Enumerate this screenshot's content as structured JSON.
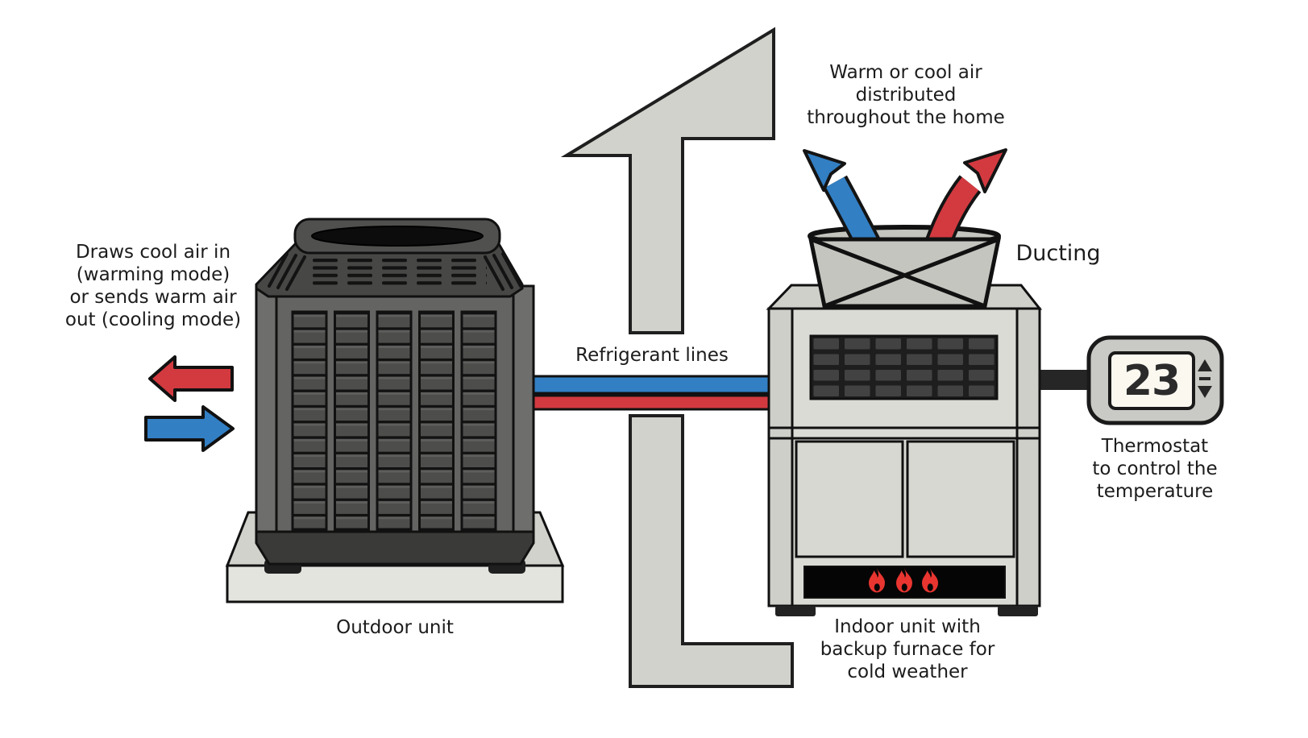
{
  "diagram": {
    "outdoor": {
      "note": "Draws cool air in\n(warming mode)\nor sends warm air\nout (cooling mode)",
      "label": "Outdoor unit"
    },
    "refrigerant": {
      "label": "Refrigerant lines"
    },
    "distribution": {
      "note": "Warm or cool air\ndistributed\nthroughout the home"
    },
    "ducting": {
      "label": "Ducting"
    },
    "indoor": {
      "label": "Indoor unit with\nbackup furnace for\ncold weather",
      "flame_icon_count": 3
    },
    "thermostat": {
      "temperature": "23",
      "label": "Thermostat\nto control the\ntemperature"
    },
    "colors": {
      "cool_blue": "#327fc4",
      "warm_red": "#d23a40",
      "flame_red": "#e93530",
      "duct_gray": "#d2d2cc",
      "unit_light_gray": "#dbdbd6",
      "outdoor_dark_gray": "#646462",
      "outline": "#1a1a1a"
    }
  }
}
